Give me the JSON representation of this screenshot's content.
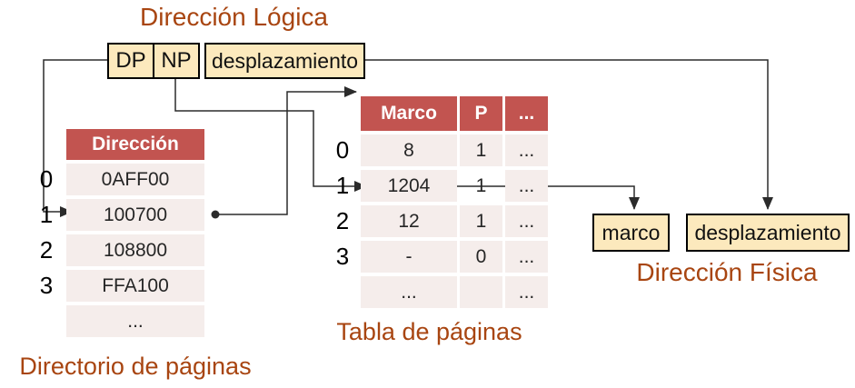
{
  "titles": {
    "logical": "Dirección Lógica",
    "directory": "Directorio de páginas",
    "page_table": "Tabla de páginas",
    "physical": "Dirección Física"
  },
  "logical_address": {
    "fields": [
      {
        "label": "DP"
      },
      {
        "label": "NP"
      },
      {
        "label": "desplazamiento"
      }
    ]
  },
  "physical_address": {
    "fields": [
      {
        "label": "marco"
      },
      {
        "label": "desplazamiento"
      }
    ]
  },
  "directory_table": {
    "header": "Dirección",
    "rows": [
      {
        "index": "0",
        "value": "0AFF00"
      },
      {
        "index": "1",
        "value": "100700"
      },
      {
        "index": "2",
        "value": "108800"
      },
      {
        "index": "3",
        "value": "FFA100"
      },
      {
        "index": "",
        "value": "..."
      }
    ]
  },
  "page_table": {
    "headers": [
      "Marco",
      "P",
      "..."
    ],
    "rows": [
      {
        "index": "0",
        "marco": "8",
        "p": "1",
        "more": "..."
      },
      {
        "index": "1",
        "marco": "1204",
        "p": "1",
        "more": "..."
      },
      {
        "index": "2",
        "marco": "12",
        "p": "1",
        "more": "..."
      },
      {
        "index": "3",
        "marco": "-",
        "p": "0",
        "more": "..."
      },
      {
        "index": "",
        "marco": "...",
        "p": "",
        "more": "..."
      }
    ]
  },
  "colors": {
    "accent_red": "#c25450",
    "row_pink": "#f5edeb",
    "box_tan": "#fce9bd",
    "title_brown": "#a84511",
    "wire": "#2b2b2b",
    "text_dark": "#262626"
  }
}
